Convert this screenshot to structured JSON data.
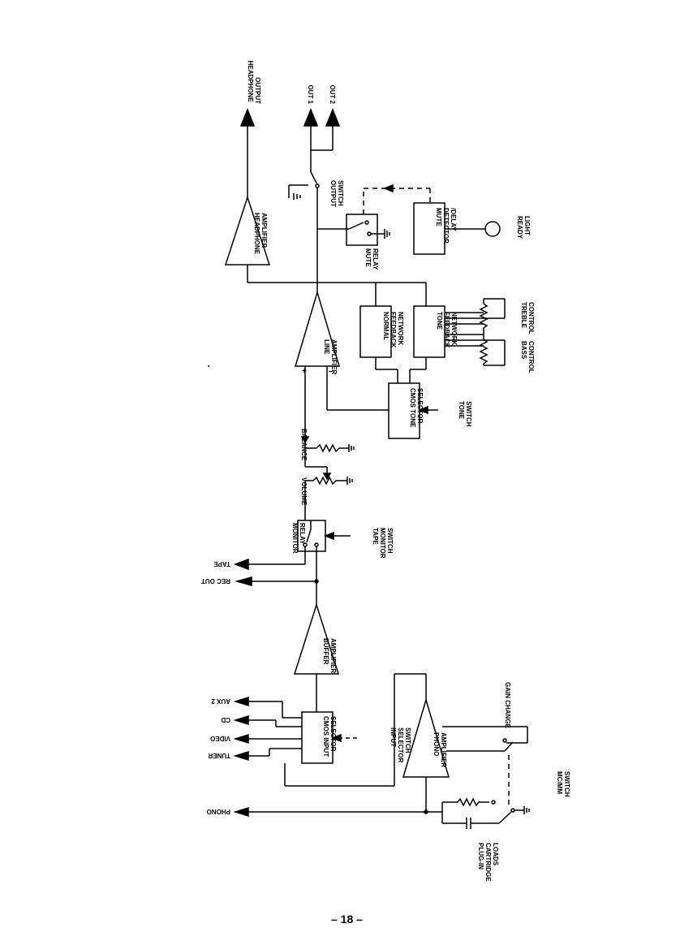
{
  "labels": {
    "headphone_output": [
      "HEADPHONE",
      "OUTPUT"
    ],
    "out1": "OUT 1",
    "out2": "OUT 2",
    "output_switch": [
      "OUTPUT",
      "SWITCH"
    ],
    "mute_relay": [
      "MUTE",
      "RELAY"
    ],
    "mute_detector": [
      "MUTE",
      "DETECTOR",
      "/DELAY"
    ],
    "ready_light": [
      "READY",
      "LIGHT"
    ],
    "headphone_amplifier": [
      "HEADPHONE",
      "AMPLIFIER"
    ],
    "line_amplifier": [
      "LINE",
      "AMPLIFIER"
    ],
    "normal_feedback": [
      "NORMAL",
      "FEEDBACK",
      "NETWORK"
    ],
    "tone_feedback": [
      "TONE",
      "FEEDBACK",
      "NETWORK"
    ],
    "treble_control": [
      "TREBLE",
      "CONTROL"
    ],
    "bass_control": [
      "BASS",
      "CONTROL"
    ],
    "cmos_tone_selector": [
      "CMOS TONE",
      "SELECTOR"
    ],
    "tone_switch": [
      "TONE",
      "SWITCH"
    ],
    "volume": "VOLUME",
    "balance": "BALANCE",
    "monitor_relay": [
      "MONITOR",
      "RELAY"
    ],
    "tape_monitor_switch": [
      "TAPE",
      "MONITOR",
      "SWITCH"
    ],
    "tape": "TAPE",
    "rec_out": "REC OUT",
    "buffer_amplifier": [
      "BUFFER",
      "AMPLIFIER"
    ],
    "aux2": "AUX 2",
    "cd": "CD",
    "video": "VIDEO",
    "tuner": "TUNER",
    "cmos_input_selector": [
      "CMOS INPUT",
      "SELECTOR"
    ],
    "input_selector_switch": [
      "INPUT",
      "SELECTOR",
      "SWITCH"
    ],
    "phono_amplifier": [
      "PHONO",
      "AMPLIFIER"
    ],
    "gain_change": "GAIN CHANGE",
    "mc_mm_switch": [
      "MC/MM",
      "SWITCH"
    ],
    "phono": "PHONO",
    "plug_in_loads": [
      "PLUG-IN",
      "CARTRIDGE",
      "LOADS"
    ],
    "plus": "+",
    "minus": "–"
  },
  "page_number": "– 18 –"
}
